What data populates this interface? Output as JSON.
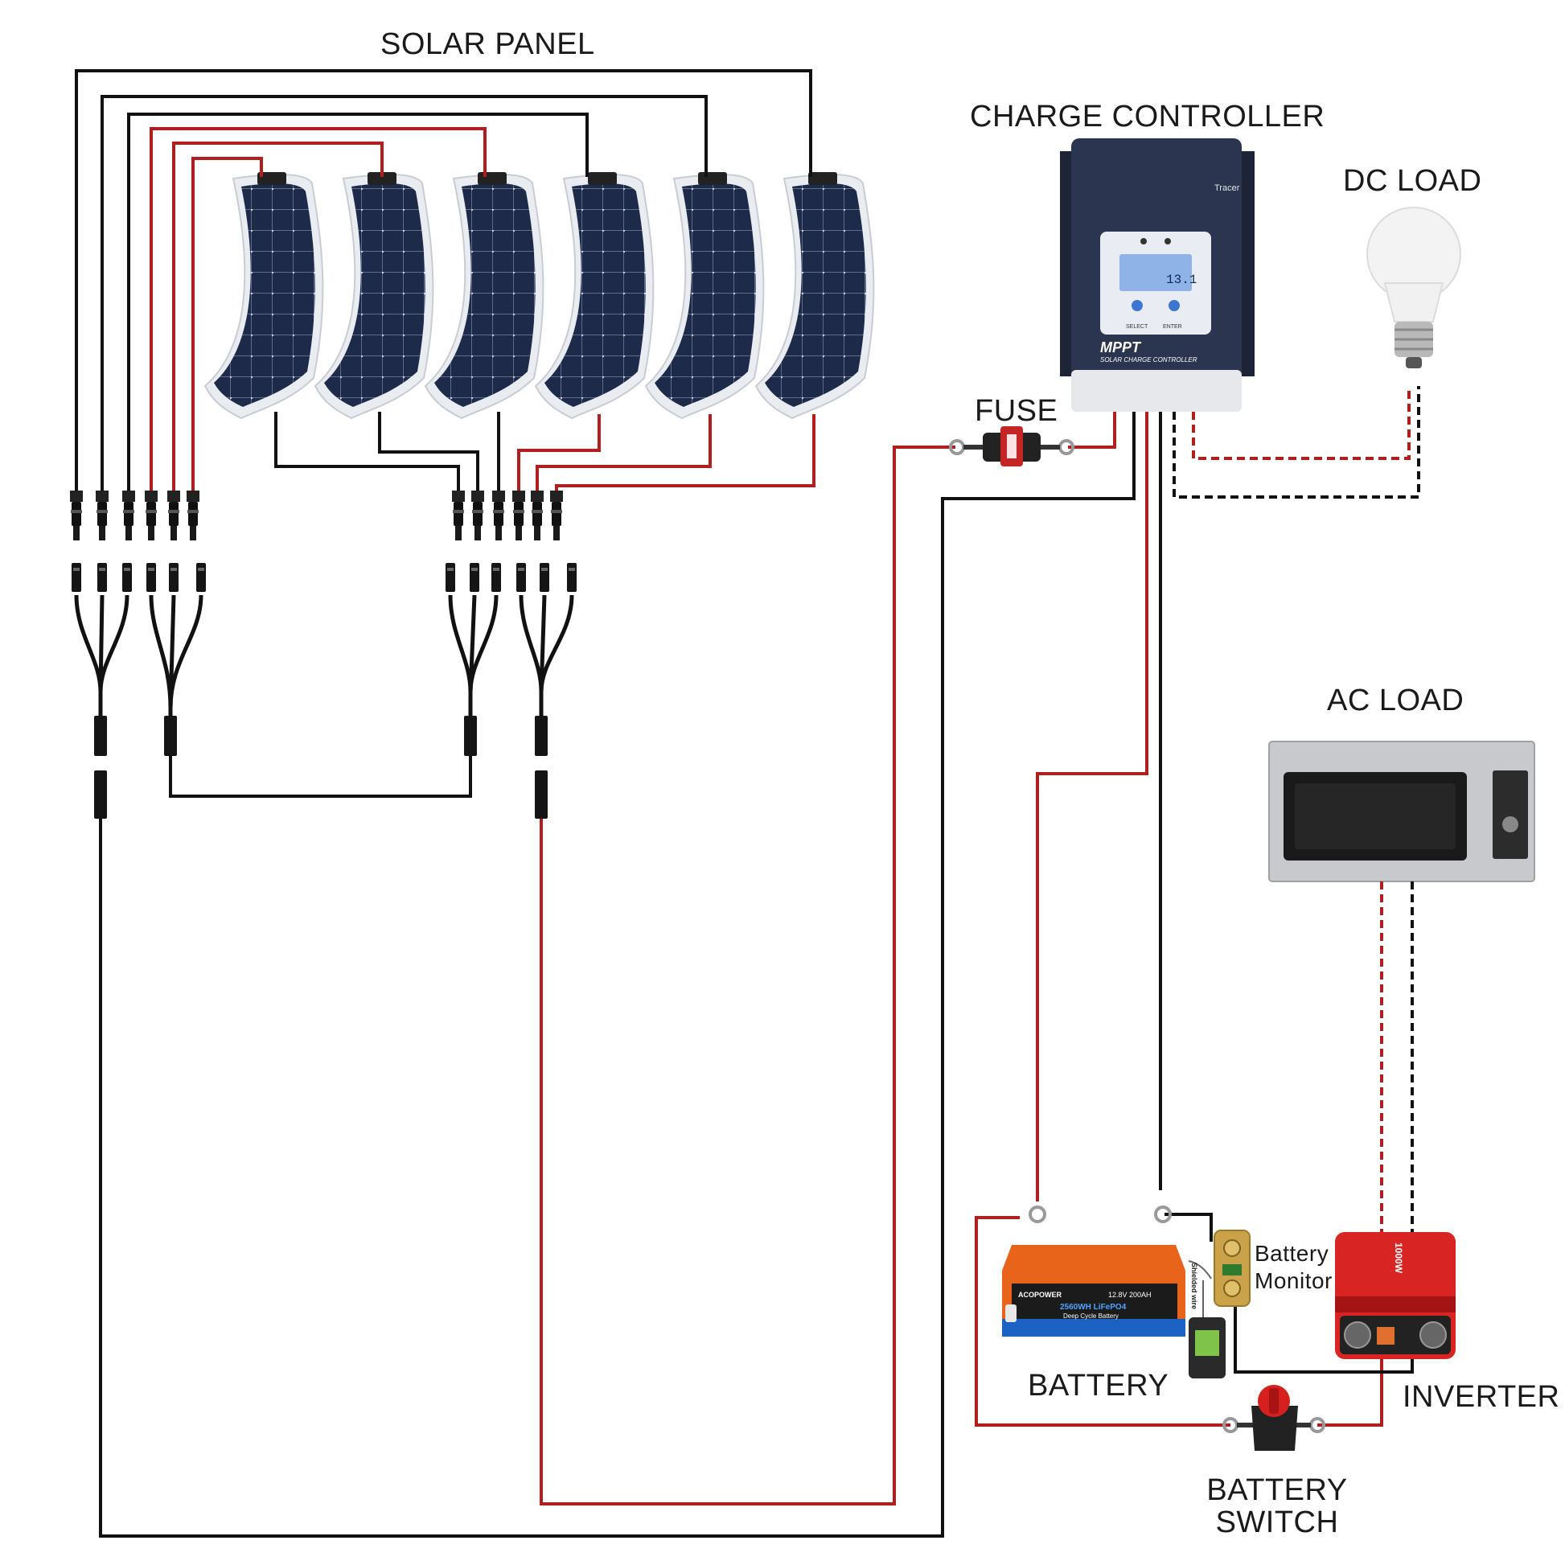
{
  "labels": {
    "solar_panel": "SOLAR PANEL",
    "charge_controller": "CHARGE CONTROLLER",
    "dc_load": "DC LOAD",
    "fuse": "FUSE",
    "ac_load": "AC LOAD",
    "battery": "BATTERY",
    "inverter": "INVERTER",
    "battery_monitor_line1": "Battery",
    "battery_monitor_line2": "Monitor",
    "battery_switch_line1": "BATTERY",
    "battery_switch_line2": "SWITCH"
  },
  "controller": {
    "brand": "Tracer",
    "lcd_value": "13.1",
    "btn_select": "SELECT",
    "btn_enter": "ENTER",
    "mppt": "MPPT",
    "subtitle": "SOLAR CHARGE CONTROLLER"
  },
  "battery_device": {
    "brand": "ACOPOWER",
    "spec": "12.8V  200AH",
    "capacity": "2560WH LiFePO4",
    "type": "Deep Cycle Battery"
  },
  "monitor_device": {
    "shielded": "Shielded wire"
  },
  "inverter_device": {
    "rating": "1000W"
  },
  "colors": {
    "positive_wire": "#b01e1e",
    "negative_wire": "#111111",
    "panel": "#1d2a4a",
    "battery_orange": "#e8641b",
    "inverter_red": "#d92424",
    "controller_navy": "#2b3550"
  },
  "icons": [
    "solar-panel-icon",
    "mc4-connector-icon",
    "branch-connector-icon",
    "fuse-icon",
    "light-bulb-icon",
    "microwave-icon",
    "battery-icon",
    "inverter-icon",
    "battery-monitor-icon",
    "battery-switch-icon"
  ]
}
